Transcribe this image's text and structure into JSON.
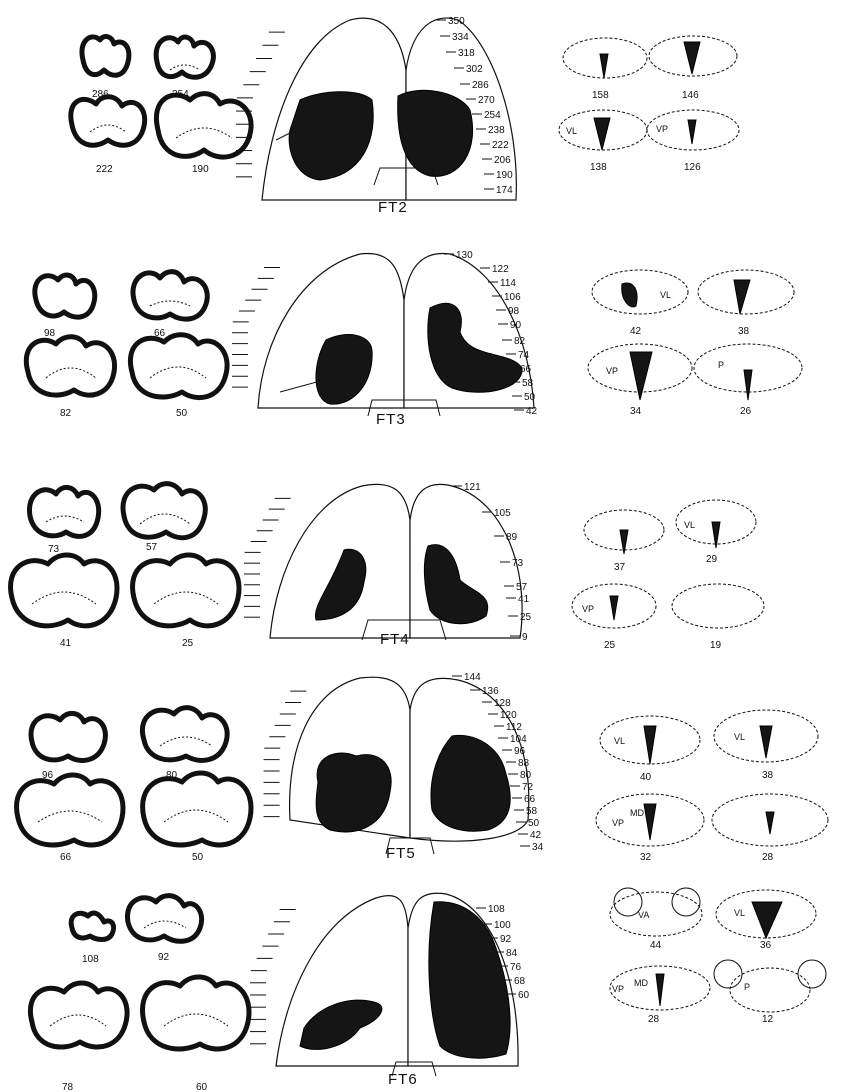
{
  "panels": [
    {
      "id": "FT2",
      "label": "FT2",
      "sections": [
        "286",
        "254",
        "222",
        "190"
      ],
      "levels": [
        "350",
        "334",
        "318",
        "302",
        "286",
        "270",
        "254",
        "238",
        "222",
        "206",
        "190",
        "174"
      ],
      "thalamus": [
        {
          "num": "158",
          "region": ""
        },
        {
          "num": "146",
          "region": ""
        },
        {
          "num": "138",
          "region": "VL"
        },
        {
          "num": "126",
          "region": "VP"
        }
      ]
    },
    {
      "id": "FT3",
      "label": "FT3",
      "sections": [
        "98",
        "66",
        "82",
        "50"
      ],
      "levels": [
        "130",
        "122",
        "114",
        "106",
        "98",
        "90",
        "82",
        "74",
        "66",
        "58",
        "50",
        "42"
      ],
      "thalamus": [
        {
          "num": "42",
          "region": "VL"
        },
        {
          "num": "38",
          "region": ""
        },
        {
          "num": "34",
          "region": "VP"
        },
        {
          "num": "26",
          "region": "P"
        }
      ]
    },
    {
      "id": "FT4",
      "label": "FT4",
      "sections": [
        "73",
        "57",
        "41",
        "25"
      ],
      "levels": [
        "121",
        "105",
        "89",
        "73",
        "57",
        "41",
        "25",
        "9"
      ],
      "thalamus": [
        {
          "num": "37",
          "region": ""
        },
        {
          "num": "29",
          "region": "VL"
        },
        {
          "num": "25",
          "region": "VP"
        },
        {
          "num": "19",
          "region": ""
        }
      ]
    },
    {
      "id": "FT5",
      "label": "FT5",
      "sections": [
        "96",
        "80",
        "66",
        "50"
      ],
      "levels": [
        "144",
        "136",
        "128",
        "120",
        "112",
        "104",
        "96",
        "88",
        "80",
        "72",
        "66",
        "58",
        "50",
        "42",
        "34"
      ],
      "thalamus": [
        {
          "num": "40",
          "region": "VL"
        },
        {
          "num": "38",
          "region": "VL"
        },
        {
          "num": "32",
          "region": "VP"
        },
        {
          "num": "28",
          "region": ""
        }
      ],
      "extra_region": "MD"
    },
    {
      "id": "FT6",
      "label": "FT6",
      "sections": [
        "108",
        "92",
        "78",
        "60"
      ],
      "levels": [
        "108",
        "100",
        "92",
        "84",
        "76",
        "68",
        "60"
      ],
      "thalamus": [
        {
          "num": "44",
          "region": "VA"
        },
        {
          "num": "36",
          "region": "VL"
        },
        {
          "num": "28",
          "region": "VP"
        },
        {
          "num": "12",
          "region": "P"
        }
      ],
      "extra_region": "MD"
    }
  ]
}
